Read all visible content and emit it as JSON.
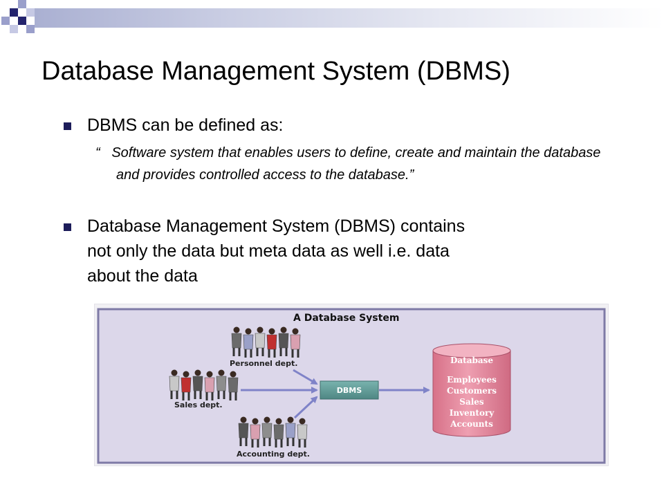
{
  "slide": {
    "title": "Database Management System (DBMS)",
    "bullets": [
      {
        "text": "DBMS can be defined as:"
      },
      {
        "text_lines": [
          "Database Management System (DBMS) contains",
          "not only the data but meta data as well i.e. data",
          "about the data"
        ]
      }
    ],
    "quote": {
      "open_mark": "“",
      "text": "Software system that enables users to define, create and maintain the database and provides controlled access to the database.",
      "close_mark": "”"
    }
  },
  "diagram": {
    "title": "A Database System",
    "groups": [
      "Personnel dept.",
      "Sales dept.",
      "Accounting dept."
    ],
    "dbms_label": "DBMS",
    "database": {
      "label": "Database",
      "tables": [
        "Employees",
        "Customers",
        "Sales",
        "Inventory",
        "Accounts"
      ]
    },
    "colors": {
      "panel_border": "#7e7aa6",
      "panel_fill": "#dcd7ea",
      "dbms_box": "#5f9a96",
      "cylinder": "#e48aa0",
      "arrow": "#7f83c8"
    }
  }
}
